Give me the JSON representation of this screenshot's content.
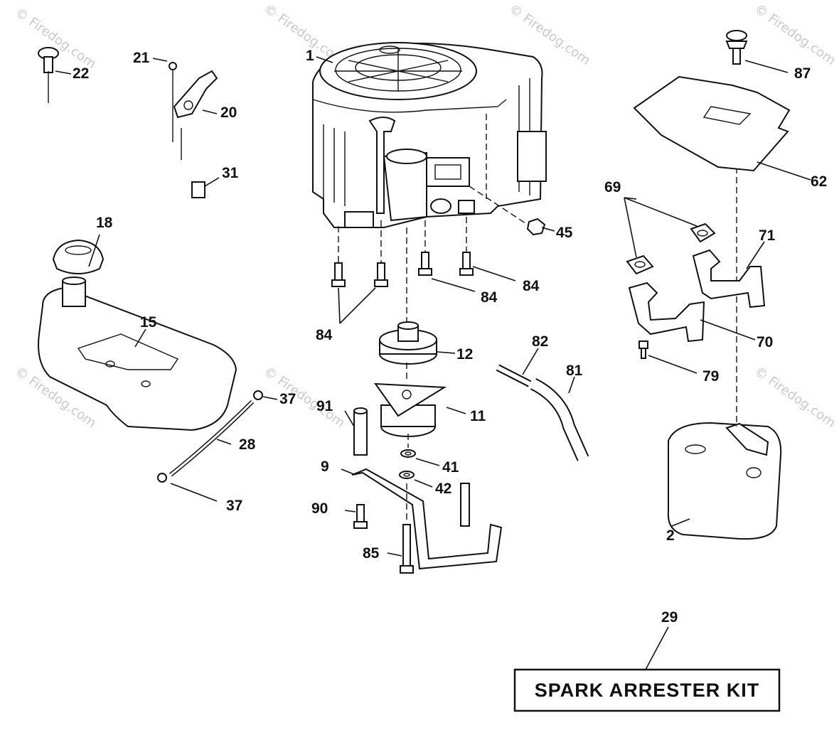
{
  "watermark": "© Firedog.com",
  "kit_box": {
    "label": "SPARK ARRESTER KIT"
  },
  "parts": [
    {
      "id": "p1",
      "label": "1"
    },
    {
      "id": "p2",
      "label": "2"
    },
    {
      "id": "p9",
      "label": "9"
    },
    {
      "id": "p11",
      "label": "11"
    },
    {
      "id": "p12",
      "label": "12"
    },
    {
      "id": "p15",
      "label": "15"
    },
    {
      "id": "p18",
      "label": "18"
    },
    {
      "id": "p20",
      "label": "20"
    },
    {
      "id": "p21",
      "label": "21"
    },
    {
      "id": "p22",
      "label": "22"
    },
    {
      "id": "p28",
      "label": "28"
    },
    {
      "id": "p29",
      "label": "29"
    },
    {
      "id": "p31",
      "label": "31"
    },
    {
      "id": "p37a",
      "label": "37"
    },
    {
      "id": "p37b",
      "label": "37"
    },
    {
      "id": "p41",
      "label": "41"
    },
    {
      "id": "p42",
      "label": "42"
    },
    {
      "id": "p45",
      "label": "45"
    },
    {
      "id": "p62",
      "label": "62"
    },
    {
      "id": "p69",
      "label": "69"
    },
    {
      "id": "p70",
      "label": "70"
    },
    {
      "id": "p71",
      "label": "71"
    },
    {
      "id": "p79",
      "label": "79"
    },
    {
      "id": "p81",
      "label": "81"
    },
    {
      "id": "p82",
      "label": "82"
    },
    {
      "id": "p84a",
      "label": "84"
    },
    {
      "id": "p84b",
      "label": "84"
    },
    {
      "id": "p84c",
      "label": "84"
    },
    {
      "id": "p85",
      "label": "85"
    },
    {
      "id": "p87",
      "label": "87"
    },
    {
      "id": "p90",
      "label": "90"
    },
    {
      "id": "p91",
      "label": "91"
    }
  ]
}
